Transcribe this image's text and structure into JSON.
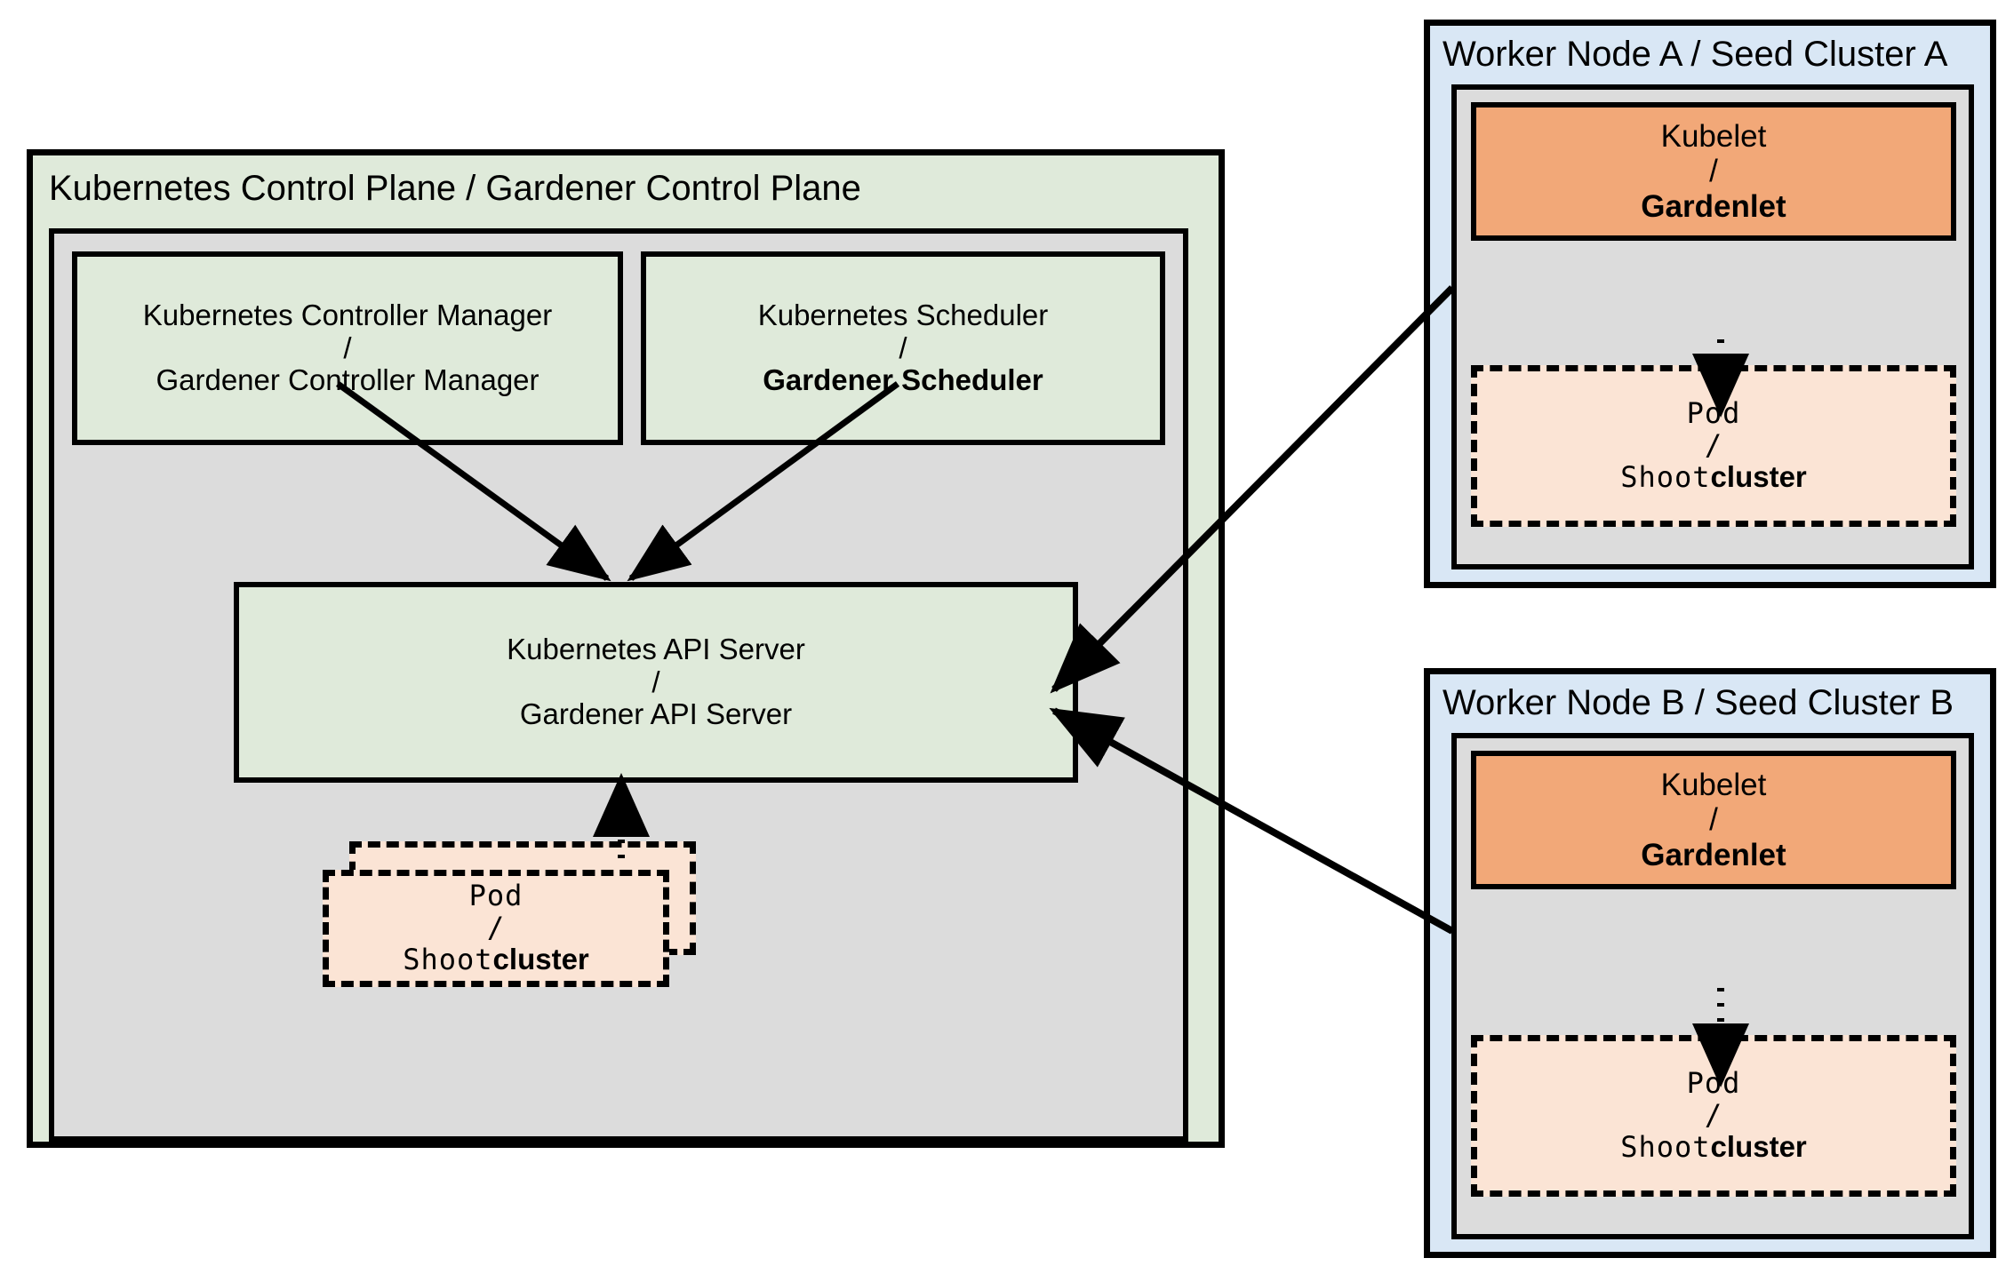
{
  "diagram": {
    "title_left": "Kubernetes Control Plane / Gardener Control Plane",
    "title_node_a": "Worker Node A / Seed Cluster A",
    "title_node_b": "Worker Node B / Seed Cluster B",
    "colors": {
      "control_plane_bg": "#dfeada",
      "seed_panel_bg": "#d9e7f5",
      "inner_panel_bg": "#dcdcdc",
      "component_bg": "#dfeada",
      "gardenlet_bg": "#f2a878",
      "pod_bg": "#fbe4d5",
      "stroke": "#000000"
    }
  },
  "control_plane": {
    "controller_manager": {
      "line1": "Kubernetes Controller Manager",
      "separator": "/",
      "line2": "Gardener Controller Manager"
    },
    "scheduler": {
      "line1": "Kubernetes Scheduler",
      "separator": "/",
      "line2": "Gardener Scheduler"
    },
    "api_server": {
      "line1": "Kubernetes API Server",
      "separator": "/",
      "line2": "Gardener API Server"
    },
    "pod": {
      "line1": "Pod",
      "separator": "/",
      "line2_mono": "Shoot",
      "line2_bold": "cluster"
    }
  },
  "seed_a": {
    "gardenlet": {
      "line1": "Kubelet",
      "separator": "/",
      "line2": "Gardenlet"
    },
    "pod": {
      "line1": "Pod",
      "separator": "/",
      "line2_mono": "Shoot",
      "line2_bold": "cluster"
    }
  },
  "seed_b": {
    "gardenlet": {
      "line1": "Kubelet",
      "separator": "/",
      "line2": "Gardenlet"
    },
    "pod": {
      "line1": "Pod",
      "separator": "/",
      "line2_mono": "Shoot",
      "line2_bold": "cluster"
    }
  }
}
